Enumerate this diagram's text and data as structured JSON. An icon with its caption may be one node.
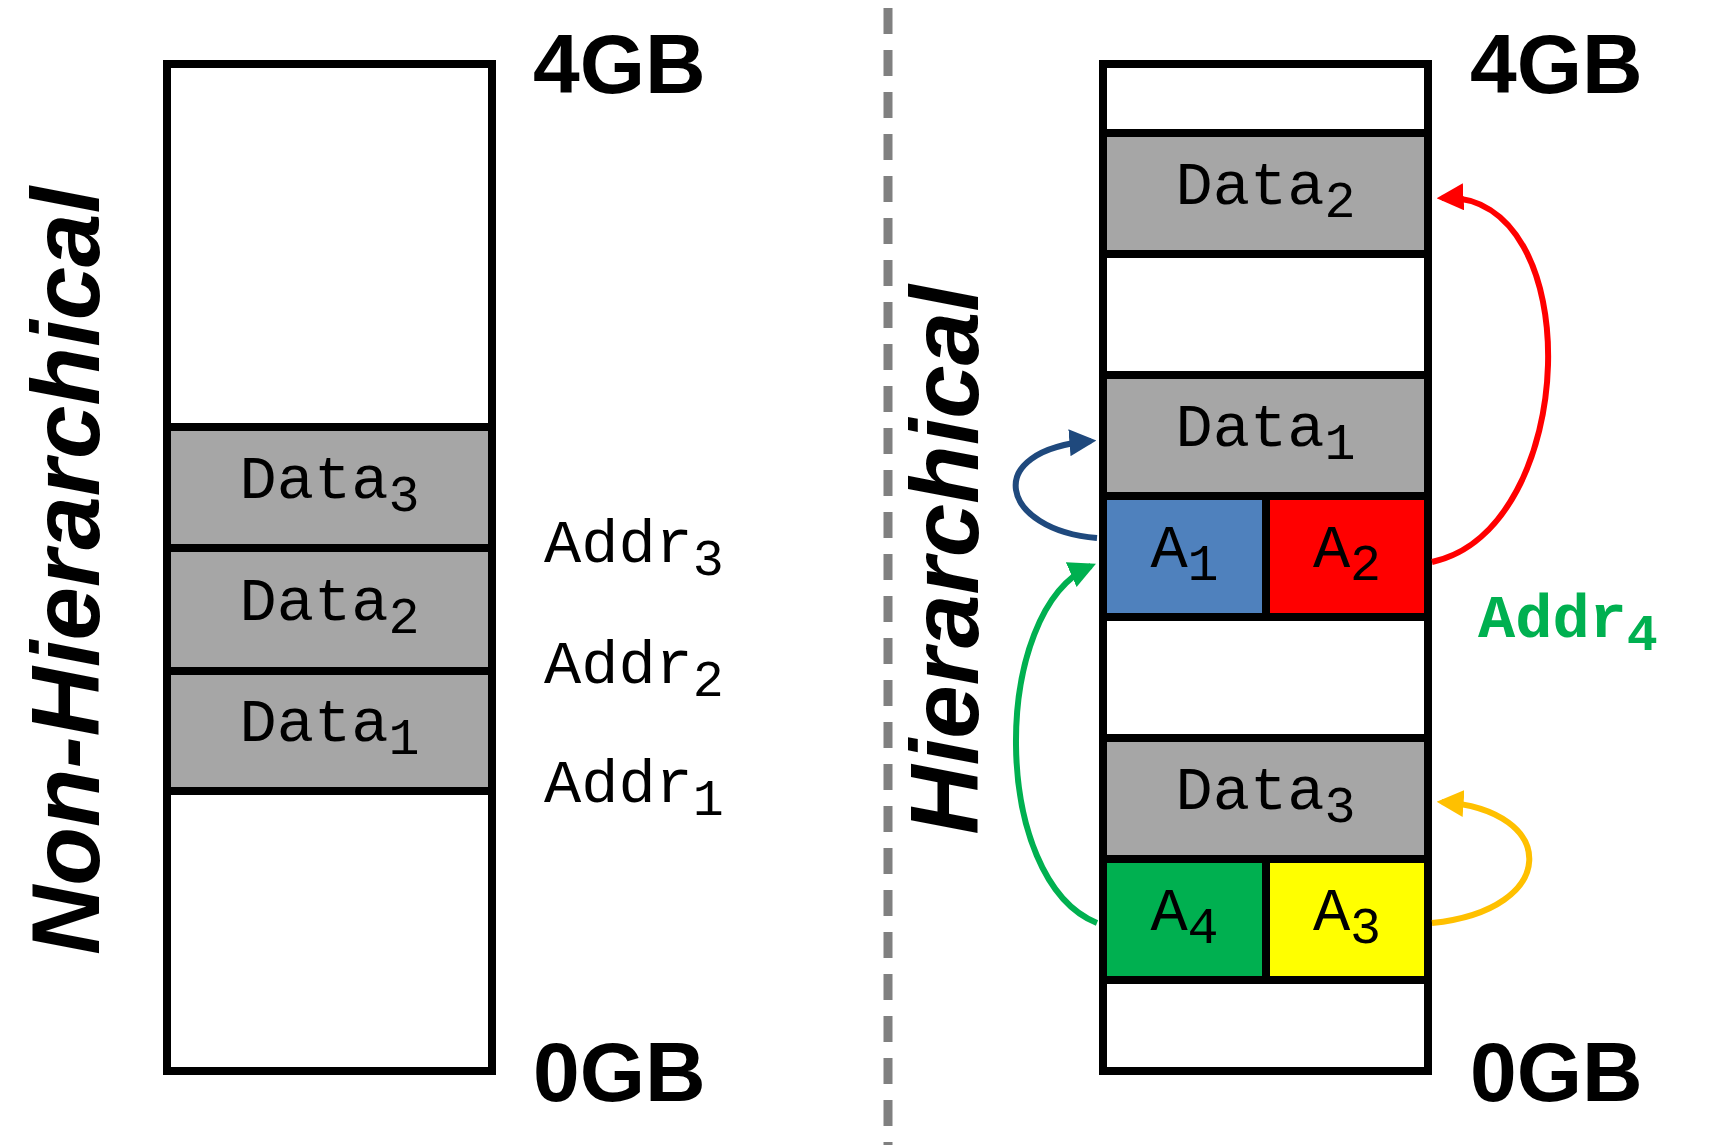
{
  "diagram": {
    "nodes": [
      {
        "text": [],
        "shape": "box"
      },
      {
        "text": [
          "Data$_{3}$"
        ],
        "in": 0
      },
      {
        "text": [
          "Data$_{2}$"
        ],
        "in": 0
      },
      {
        "text": [
          "Data$_{1}$"
        ],
        "in": 0
      },
      {
        "text": [],
        "shape": "box"
      },
      {
        "text": [
          "Data$_{2}$"
        ],
        "in": 4
      },
      {
        "text": [
          "Data$_{1}$"
        ],
        "in": 4
      },
      {
        "text": [
          "A$_{1}$"
        ],
        "in": 4
      },
      {
        "text": [
          "A$_{2}$"
        ],
        "in": 4
      },
      {
        "text": [
          "Data$_{3}$"
        ],
        "in": 4
      },
      {
        "text": [
          "A$_{4}$"
        ],
        "in": 4
      },
      {
        "text": [
          "A$_{3}$"
        ],
        "in": 4
      }
    ],
    "edges": [
      {
        "from": 7,
        "to": 6,
        "arrow": "to",
        "color": "#1f497d"
      },
      {
        "from": 8,
        "to": 5,
        "arrow": "to",
        "color": "#ff0000"
      },
      {
        "from": 11,
        "to": 9,
        "arrow": "to",
        "color": "#ffc000"
      },
      {
        "from": 10,
        "to": 7,
        "arrow": "to",
        "color": "#00b050"
      }
    ],
    "labels": [
      "Non-Hierarchical",
      "4GB",
      "Addr$_{3}$",
      "Addr$_{2}$",
      "Addr$_{1}$",
      "0GB",
      "Hierarchical",
      "4GB",
      "Addr$_{4}$",
      "0GB"
    ]
  }
}
